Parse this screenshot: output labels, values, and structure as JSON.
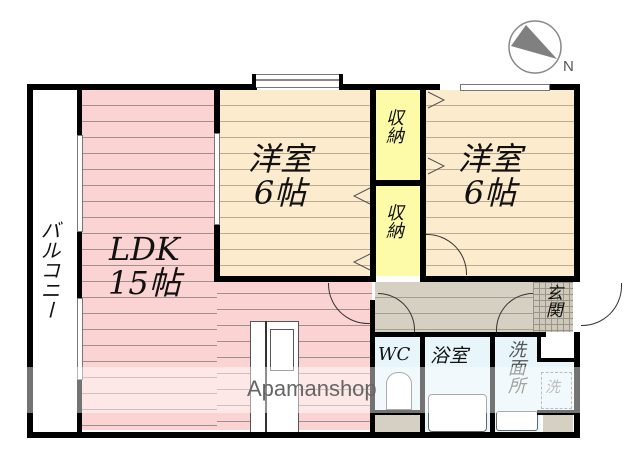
{
  "floorplan": {
    "rooms": {
      "balcony": {
        "label": "バルコニー"
      },
      "ldk": {
        "name": "LDK",
        "size": "15帖"
      },
      "western_room_1": {
        "name": "洋室",
        "size": "6帖"
      },
      "western_room_2": {
        "name": "洋室",
        "size": "6帖"
      },
      "storage_1": {
        "label": "収納"
      },
      "storage_2": {
        "label": "収納"
      },
      "entrance": {
        "label": "玄関"
      },
      "wc": {
        "label": "WC"
      },
      "bathroom": {
        "label": "浴室"
      },
      "washroom": {
        "label": "洗面所"
      },
      "washer": {
        "label": "洗"
      }
    },
    "compass": {
      "label": "N"
    },
    "colors": {
      "ldk": "#fcd3d3",
      "western": "#fdebcd",
      "storage": "#fdfaa8",
      "wet_area": "#e8f5fb",
      "hall": "#d6d0c2",
      "wall": "#000000"
    }
  },
  "watermark": {
    "text": "Apamanshop"
  }
}
